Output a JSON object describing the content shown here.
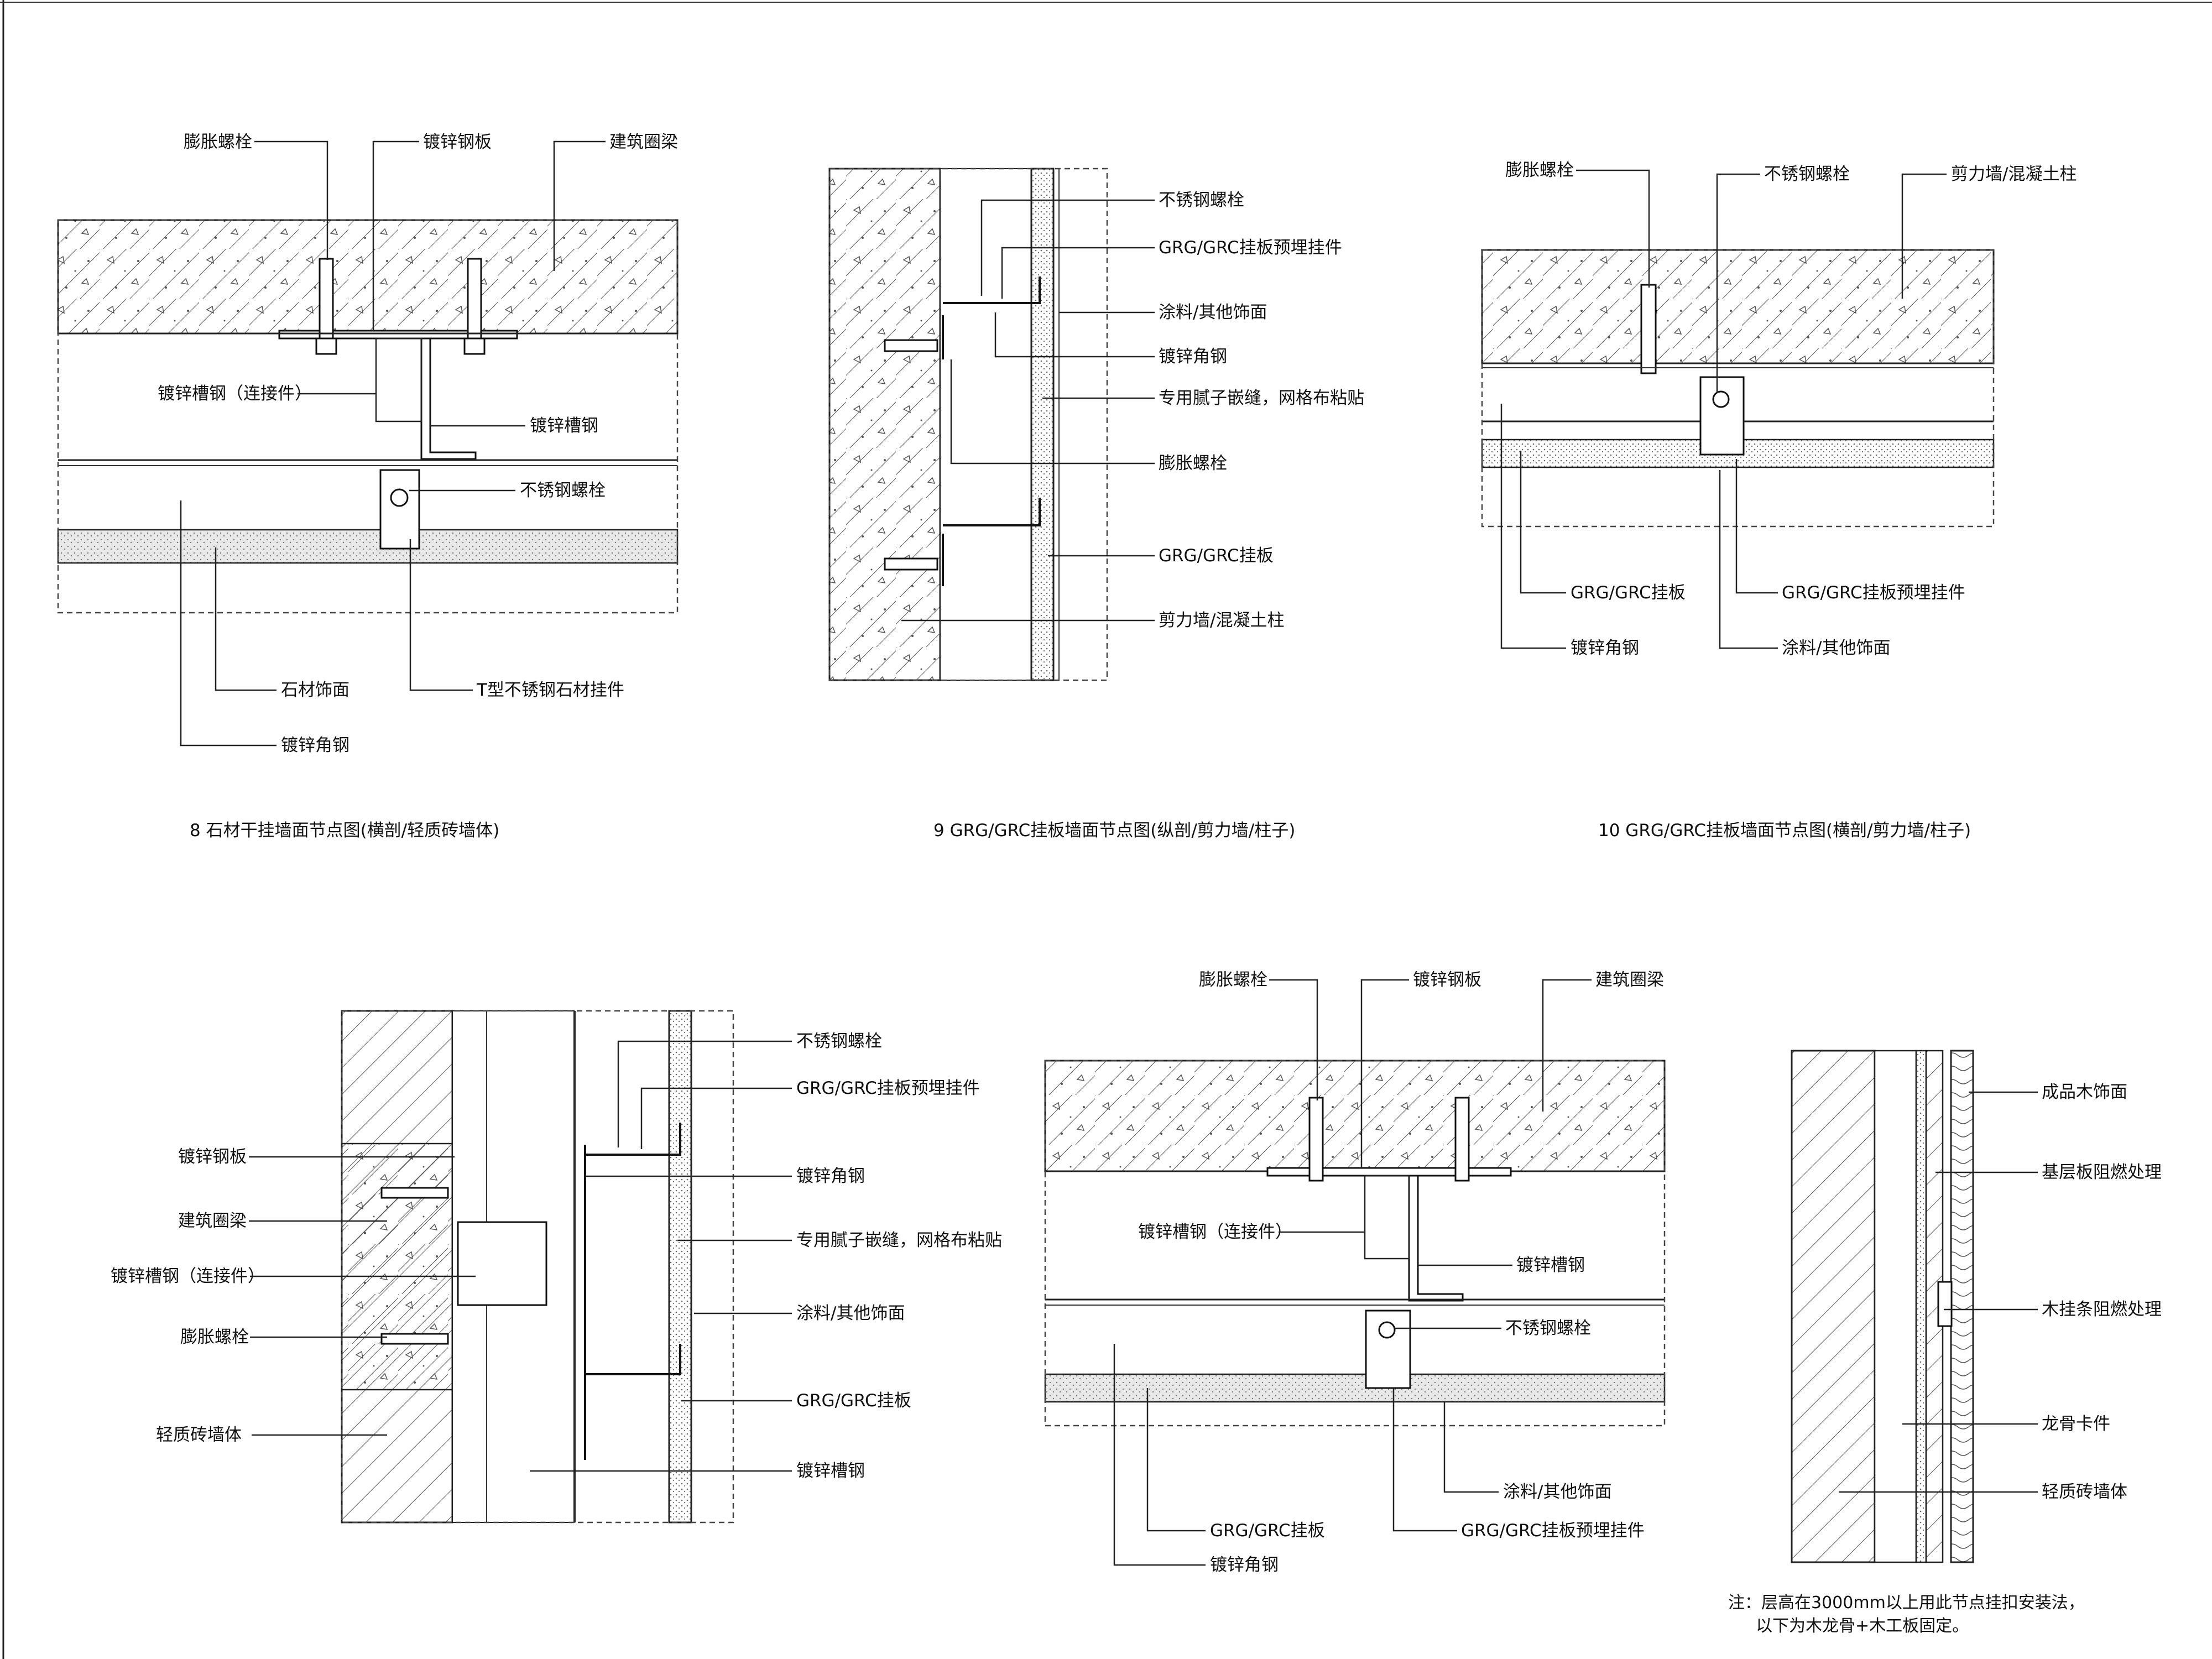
{
  "detail8": {
    "title": "8  石材干挂墙面节点图(横剖/轻质砖墙体)",
    "labels": {
      "expansion_bolt": "膨胀螺栓",
      "steel_plate": "镀锌钢板",
      "ring_beam": "建筑圈梁",
      "channel_connector": "镀锌槽钢（连接件）",
      "channel_steel": "镀锌槽钢",
      "ss_bolt": "不锈钢螺栓",
      "stone_face": "石材饰面",
      "t_hanger": "T型不锈钢石材挂件",
      "angle_steel": "镀锌角钢"
    }
  },
  "detail9": {
    "title": "9  GRG/GRC挂板墙面节点图(纵剖/剪力墙/柱子)",
    "labels": {
      "ss_bolt": "不锈钢螺栓",
      "embedded_hanger": "GRG/GRC挂板预埋挂件",
      "coating": "涂料/其他饰面",
      "angle_steel": "镀锌角钢",
      "putty_joint": "专用腻子嵌缝，网格布粘贴",
      "expansion_bolt": "膨胀螺栓",
      "panel": "GRG/GRC挂板",
      "shear_wall": "剪力墙/混凝土柱"
    }
  },
  "detail10": {
    "title": "10    GRG/GRC挂板墙面节点图(横剖/剪力墙/柱子)",
    "labels": {
      "expansion_bolt": "膨胀螺栓",
      "ss_bolt": "不锈钢螺栓",
      "shear_wall": "剪力墙/混凝土柱",
      "panel": "GRG/GRC挂板",
      "embedded_hanger": "GRG/GRC挂板预埋挂件",
      "angle_steel": "镀锌角钢",
      "coating": "涂料/其他饰面"
    }
  },
  "detail11": {
    "labels": {
      "ss_bolt": "不锈钢螺栓",
      "embedded_hanger": "GRG/GRC挂板预埋挂件",
      "steel_plate": "镀锌钢板",
      "angle_steel": "镀锌角钢",
      "ring_beam": "建筑圈梁",
      "putty_joint": "专用腻子嵌缝，网格布粘贴",
      "channel_connector": "镀锌槽钢（连接件）",
      "coating": "涂料/其他饰面",
      "expansion_bolt": "膨胀螺栓",
      "panel": "GRG/GRC挂板",
      "light_wall": "轻质砖墙体",
      "channel_steel": "镀锌槽钢"
    }
  },
  "detail12": {
    "labels": {
      "expansion_bolt": "膨胀螺栓",
      "steel_plate": "镀锌钢板",
      "ring_beam": "建筑圈梁",
      "channel_connector": "镀锌槽钢（连接件）",
      "channel_steel": "镀锌槽钢",
      "ss_bolt": "不锈钢螺栓",
      "coating": "涂料/其他饰面",
      "panel": "GRG/GRC挂板",
      "embedded_hanger": "GRG/GRC挂板预埋挂件",
      "angle_steel": "镀锌角钢"
    }
  },
  "detail13": {
    "labels": {
      "wood_face": "成品木饰面",
      "base_board": "基层板阻燃处理",
      "wood_strip": "木挂条阻燃处理",
      "keel_clip": "龙骨卡件",
      "light_wall": "轻质砖墙体"
    },
    "note_line1": "注：层高在3000mm以上用此节点挂扣安装法，",
    "note_line2": "以下为木龙骨+木工板固定。"
  }
}
